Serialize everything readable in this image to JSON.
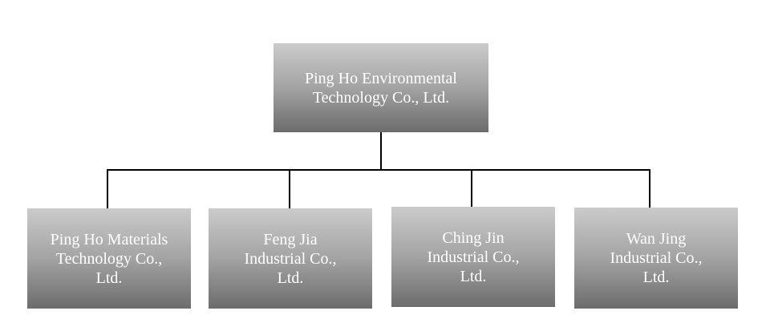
{
  "root": {
    "label_line1": "Ping Ho Environmental",
    "label_line2": "Technology Co., Ltd."
  },
  "children": [
    {
      "line1": "Ping Ho Materials",
      "line2": "Technology Co.,",
      "line3": "Ltd."
    },
    {
      "line1": "Feng Jia",
      "line2": "Industrial Co.,",
      "line3": "Ltd."
    },
    {
      "line1": "Ching Jin",
      "line2": "Industrial Co.,",
      "line3": "Ltd."
    },
    {
      "line1": "Wan Jing",
      "line2": "Industrial Co.,",
      "line3": "Ltd."
    }
  ]
}
